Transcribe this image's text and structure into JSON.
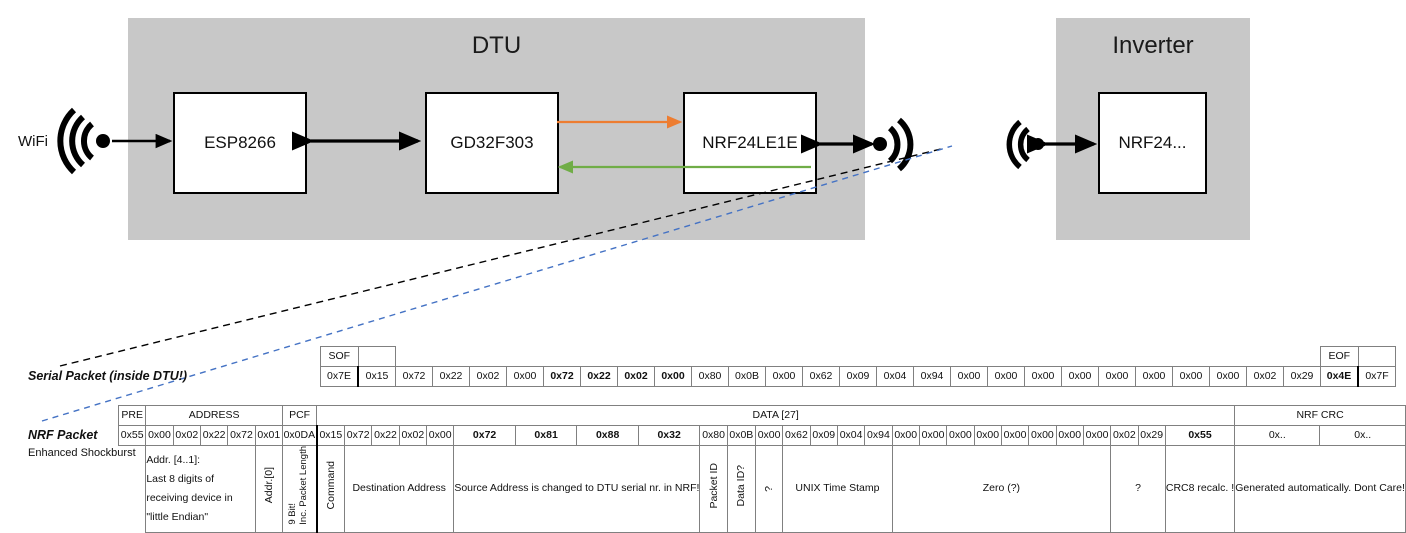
{
  "diagram": {
    "wifi_label": "WiFi",
    "dtu_title": "DTU",
    "inverter_title": "Inverter",
    "chips": {
      "esp8266": "ESP8266",
      "gd32f303": "GD32F303",
      "nrf24le1e": "NRF24LE1E",
      "nrf24": "NRF24..."
    },
    "colors": {
      "enclosure": "#c8c8c8",
      "orange_arrow": "#ed7d31",
      "green_arrow": "#70ad47",
      "black_arrow": "#000000",
      "black_dashed": "#000000",
      "blue_dashed": "#4472c4"
    }
  },
  "packets": {
    "serial_label": "Serial Packet (inside DTU!)",
    "nrf_label": "NRF Packet",
    "esb_label": "Enhanced Shockburst",
    "serial": {
      "sof_header": "SOF",
      "sof_value": "0x7E",
      "eof_header": "EOF",
      "eof_value": "0x7F",
      "bytes": [
        {
          "v": "0x15",
          "c": "c-green"
        },
        {
          "v": "0x72",
          "c": "c-green"
        },
        {
          "v": "0x22",
          "c": "c-green"
        },
        {
          "v": "0x02",
          "c": "c-green"
        },
        {
          "v": "0x00",
          "c": "c-green"
        },
        {
          "v": "0x72",
          "c": "c-amber"
        },
        {
          "v": "0x22",
          "c": "c-amber"
        },
        {
          "v": "0x02",
          "c": "c-amber"
        },
        {
          "v": "0x00",
          "c": "c-amber"
        },
        {
          "v": "0x80",
          "c": "c-blue"
        },
        {
          "v": "0x0B",
          "c": "c-green"
        },
        {
          "v": "0x00",
          "c": "c-green"
        },
        {
          "v": "0x62",
          "c": "c-lav"
        },
        {
          "v": "0x09",
          "c": "c-lav"
        },
        {
          "v": "0x04",
          "c": "c-lav"
        },
        {
          "v": "0x94",
          "c": "c-lav"
        },
        {
          "v": "0x00",
          "c": "c-green"
        },
        {
          "v": "0x00",
          "c": "c-green"
        },
        {
          "v": "0x00",
          "c": "c-green"
        },
        {
          "v": "0x00",
          "c": "c-green"
        },
        {
          "v": "0x00",
          "c": "c-green"
        },
        {
          "v": "0x00",
          "c": "c-green"
        },
        {
          "v": "0x00",
          "c": "c-green"
        },
        {
          "v": "0x00",
          "c": "c-green"
        },
        {
          "v": "0x02",
          "c": "c-lav"
        },
        {
          "v": "0x29",
          "c": "c-lav"
        },
        {
          "v": "0x4E",
          "c": "c-amber"
        }
      ]
    },
    "nrf": {
      "headers": {
        "pre": "PRE",
        "address": "ADDRESS",
        "pcf": "PCF",
        "data": "DATA [27]",
        "crc": "NRF CRC"
      },
      "pre_value": "0x55",
      "address_values": [
        "0x00",
        "0x02",
        "0x22",
        "0x72",
        "0x01"
      ],
      "pcf_value": "0x0DA",
      "bytes": [
        {
          "v": "0x15",
          "c": "c-green"
        },
        {
          "v": "0x72",
          "c": "c-green"
        },
        {
          "v": "0x22",
          "c": "c-green"
        },
        {
          "v": "0x02",
          "c": "c-green"
        },
        {
          "v": "0x00",
          "c": "c-green"
        },
        {
          "v": "0x72",
          "c": "c-salmon"
        },
        {
          "v": "0x81",
          "c": "c-salmon"
        },
        {
          "v": "0x88",
          "c": "c-salmon"
        },
        {
          "v": "0x32",
          "c": "c-salmon"
        },
        {
          "v": "0x80",
          "c": "c-blue"
        },
        {
          "v": "0x0B",
          "c": "c-green"
        },
        {
          "v": "0x00",
          "c": "c-green"
        },
        {
          "v": "0x62",
          "c": "c-lav"
        },
        {
          "v": "0x09",
          "c": "c-lav"
        },
        {
          "v": "0x04",
          "c": "c-lav"
        },
        {
          "v": "0x94",
          "c": "c-lav"
        },
        {
          "v": "0x00",
          "c": "c-green"
        },
        {
          "v": "0x00",
          "c": "c-green"
        },
        {
          "v": "0x00",
          "c": "c-green"
        },
        {
          "v": "0x00",
          "c": "c-green"
        },
        {
          "v": "0x00",
          "c": "c-green"
        },
        {
          "v": "0x00",
          "c": "c-green"
        },
        {
          "v": "0x00",
          "c": "c-green"
        },
        {
          "v": "0x00",
          "c": "c-green"
        },
        {
          "v": "0x02",
          "c": "c-lav"
        },
        {
          "v": "0x29",
          "c": "c-lav"
        },
        {
          "v": "0x55",
          "c": "c-salmon"
        }
      ],
      "crc_values": [
        "0x..",
        "0x.."
      ]
    },
    "descriptions": {
      "address": "Addr. [4..1]:\nLast 8 digits of receiving device in \"little Endian\"",
      "addr0": "Addr.[0]",
      "pcf": "9 Bit!",
      "pcf2": "Inc. Packet Length",
      "command": "Command",
      "destination": "Destination Address",
      "source": "Source Address is changed to DTU serial nr. in NRF!",
      "packet_id": "Packet ID",
      "data_id": "Data ID?",
      "question": "?",
      "unix": "UNIX Time Stamp",
      "zero": "Zero (?)",
      "question2": "?",
      "crc8": "CRC8 recalc. !",
      "nrfcrc": "Generated automatically. Dont Care!"
    }
  }
}
